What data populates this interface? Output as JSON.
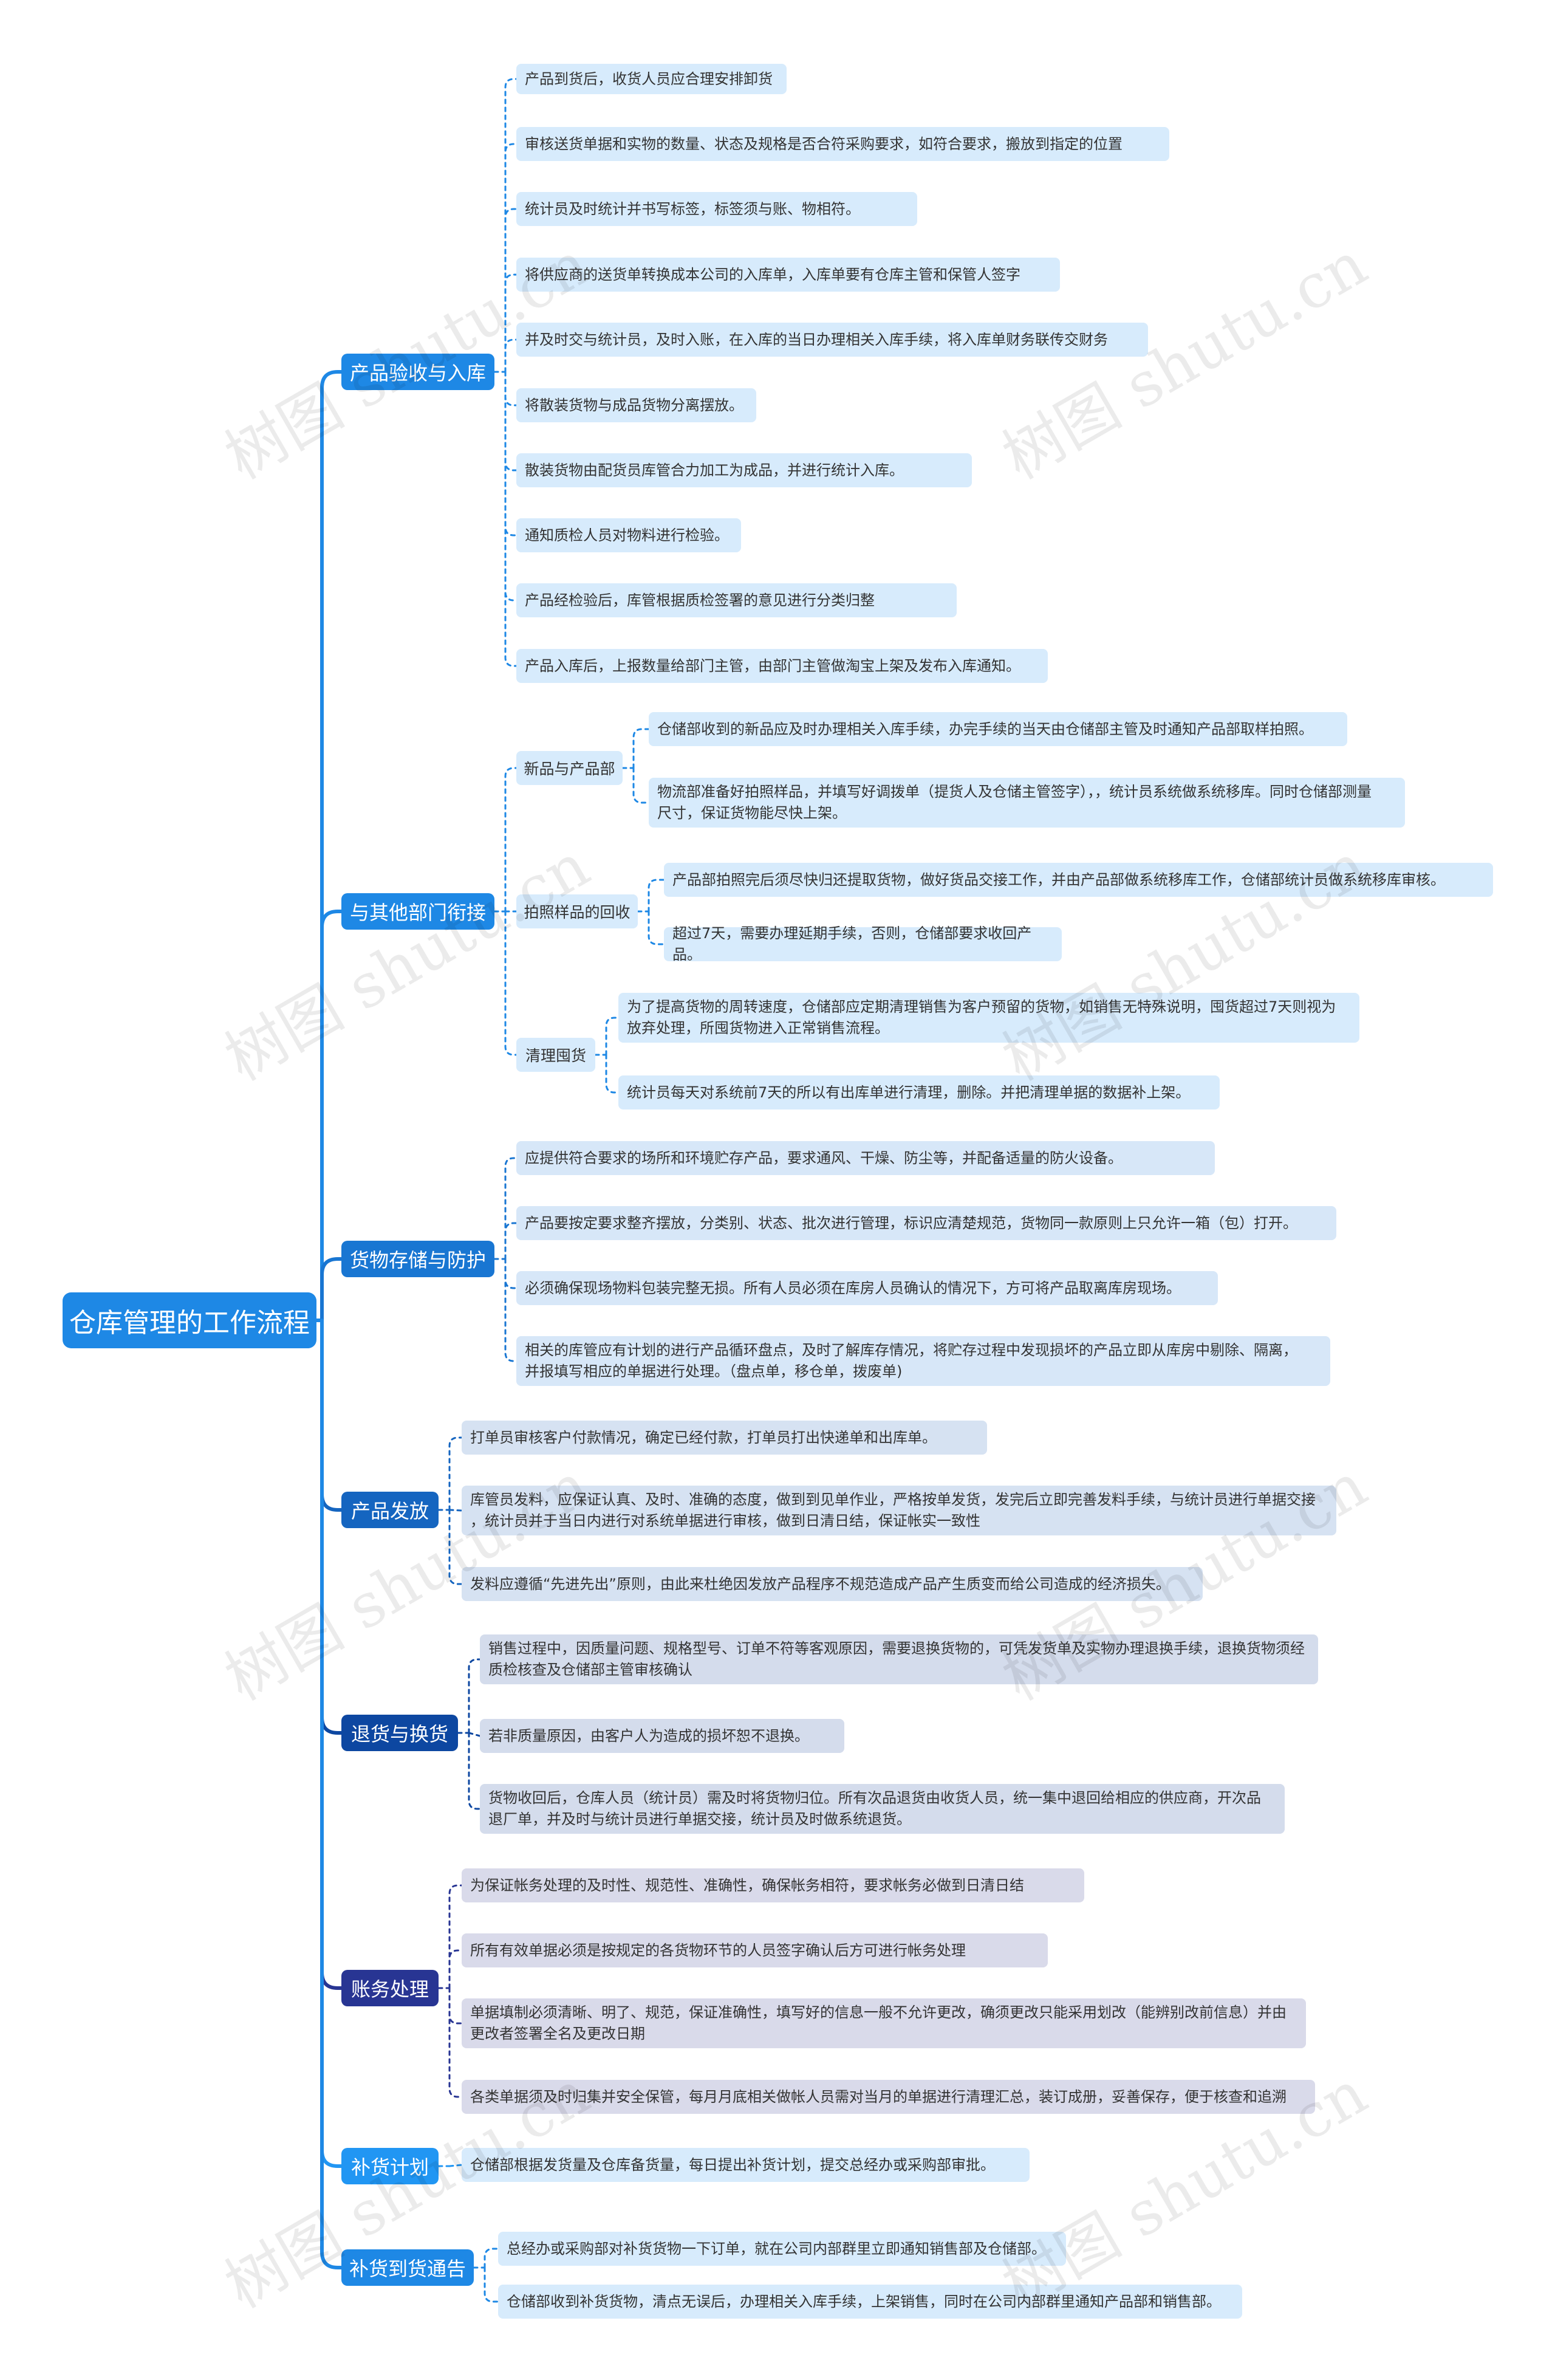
{
  "root": {
    "title": "仓库管理的工作流程",
    "color": "#1E88E5"
  },
  "watermark": "树图 shutu.cn",
  "branches": [
    {
      "id": "b1",
      "title": "产品验收与入库",
      "color": "#1E88E5",
      "leaf_bg": "#D7EBFC",
      "items": [
        {
          "text": "产品到货后，收货人员应合理安排卸货"
        },
        {
          "text": "审核送货单据和实物的数量、状态及规格是否合符采购要求，如符合要求，搬放到指定的位置"
        },
        {
          "text": "统计员及时统计并书写标签，标签须与账、物相符。"
        },
        {
          "text": "将供应商的送货单转换成本公司的入库单，入库单要有仓库主管和保管人签字"
        },
        {
          "text": "并及时交与统计员，及时入账，在入库的当日办理相关入库手续，将入库单财务联传交财务"
        },
        {
          "text": "将散装货物与成品货物分离摆放。"
        },
        {
          "text": "散装货物由配货员库管合力加工为成品，并进行统计入库。"
        },
        {
          "text": "通知质检人员对物料进行检验。"
        },
        {
          "text": "产品经检验后，库管根据质检签署的意见进行分类归整"
        },
        {
          "text": "产品入库后，上报数量给部门主管，由部门主管做淘宝上架及发布入库通知。"
        }
      ]
    },
    {
      "id": "b2",
      "title": "与其他部门衔接",
      "color": "#1E88E5",
      "leaf_bg": "#D7EBFC",
      "subs": [
        {
          "title": "新品与产品部",
          "items": [
            {
              "text": "仓储部收到的新品应及时办理相关入库手续，办完手续的当天由仓储部主管及时通知产品部取样拍照。"
            },
            {
              "text": "物流部准备好拍照样品，并填写好调拨单（提货人及仓储主管签字），，统计员系统做系统移库。同时仓储部测量\n尺寸，保证货物能尽快上架。"
            }
          ]
        },
        {
          "title": "拍照样品的回收",
          "items": [
            {
              "text": "产品部拍照完后须尽快归还提取货物，做好货品交接工作，并由产品部做系统移库工作，仓储部统计员做系统移库审核。"
            },
            {
              "text": "超过7天，需要办理延期手续，否则，仓储部要求收回产品。"
            }
          ]
        },
        {
          "title": "清理囤货",
          "items": [
            {
              "text": "为了提高货物的周转速度，仓储部应定期清理销售为客户预留的货物，如销售无特殊说明，囤货超过7天则视为\n放弃处理，所囤货物进入正常销售流程。"
            },
            {
              "text": "统计员每天对系统前7天的所以有出库单进行清理，删除。并把清理单据的数据补上架。"
            }
          ]
        }
      ]
    },
    {
      "id": "b3",
      "title": "货物存储与防护",
      "color": "#1976D2",
      "leaf_bg": "#D7E7F8",
      "items": [
        {
          "text": "应提供符合要求的场所和环境贮存产品，要求通风、干燥、防尘等，并配备适量的防火设备。"
        },
        {
          "text": "产品要按定要求整齐摆放，分类别、状态、批次进行管理，标识应清楚规范，货物同一款原则上只允许一箱（包）打开。"
        },
        {
          "text": "必须确保现场物料包装完整无损。所有人员必须在库房人员确认的情况下，方可将产品取离库房现场。"
        },
        {
          "text": "相关的库管应有计划的进行产品循环盘点，及时了解库存情况，将贮存过程中发现损坏的产品立即从库房中剔除、隔离，\n并报填写相应的单据进行处理。（盘点单，移仓单，拨废单)"
        }
      ]
    },
    {
      "id": "b4",
      "title": "产品发放",
      "color": "#1565C0",
      "leaf_bg": "#D6E2F2",
      "items": [
        {
          "text": "打单员审核客户付款情况，确定已经付款，打单员打出快递单和出库单。"
        },
        {
          "text": "库管员发料，应保证认真、及时、准确的态度，做到到见单作业，严格按单发货，发完后立即完善发料手续，与统计员进行单据交接\n，统计员并于当日内进行对系统单据进行审核，做到日清日结，保证帐实一致性"
        },
        {
          "text": "发料应遵循“先进先出”原则，由此来杜绝因发放产品程序不规范造成产品产生质变而给公司造成的经济损失。"
        }
      ]
    },
    {
      "id": "b5",
      "title": "退货与换货",
      "color": "#0D47A1",
      "leaf_bg": "#D4DCEC",
      "items": [
        {
          "text": "销售过程中，因质量问题、规格型号、订单不符等客观原因，需要退换货物的，可凭发货单及实物办理退换手续，退换货物须经\n质检核查及仓储部主管审核确认"
        },
        {
          "text": "若非质量原因，由客户人为造成的损坏恕不退换。"
        },
        {
          "text": "货物收回后，仓库人员（统计员）需及时将货物归位。所有次品退货由收货人员，统一集中退回给相应的供应商，开次品\n退厂单，并及时与统计员进行单据交接，统计员及时做系统退货。"
        }
      ]
    },
    {
      "id": "b6",
      "title": "账务处理",
      "color": "#283593",
      "leaf_bg": "#D9DAEA",
      "items": [
        {
          "text": "为保证帐务处理的及时性、规范性、准确性，确保帐务相符，要求帐务必做到日清日结"
        },
        {
          "text": "所有有效单据必须是按规定的各货物环节的人员签字确认后方可进行帐务处理"
        },
        {
          "text": "单据填制必须清晰、明了、规范，保证准确性，填写好的信息一般不允许更改，确须更改只能采用划改（能辨别改前信息）并由\n更改者签署全名及更改日期"
        },
        {
          "text": "各类单据须及时归集并安全保管，每月月底相关做帐人员需对当月的单据进行清理汇总，装订成册，妥善保存，便于核查和追溯"
        }
      ]
    },
    {
      "id": "b7",
      "title": "补货计划",
      "color": "#2196F3",
      "leaf_bg": "#D7EBFC",
      "items": [
        {
          "text": "仓储部根据发货量及仓库备货量，每日提出补货计划，提交总经办或采购部审批。"
        }
      ]
    },
    {
      "id": "b8",
      "title": "补货到货通告",
      "color": "#1E88E5",
      "leaf_bg": "#D7EBFC",
      "items": [
        {
          "text": "总经办或采购部对补货货物一下订单，就在公司内部群里立即通知销售部及仓储部。"
        },
        {
          "text": "仓储部收到补货货物，清点无误后，办理相关入库手续，上架销售，同时在公司内部群里通知产品部和销售部。"
        }
      ]
    }
  ]
}
